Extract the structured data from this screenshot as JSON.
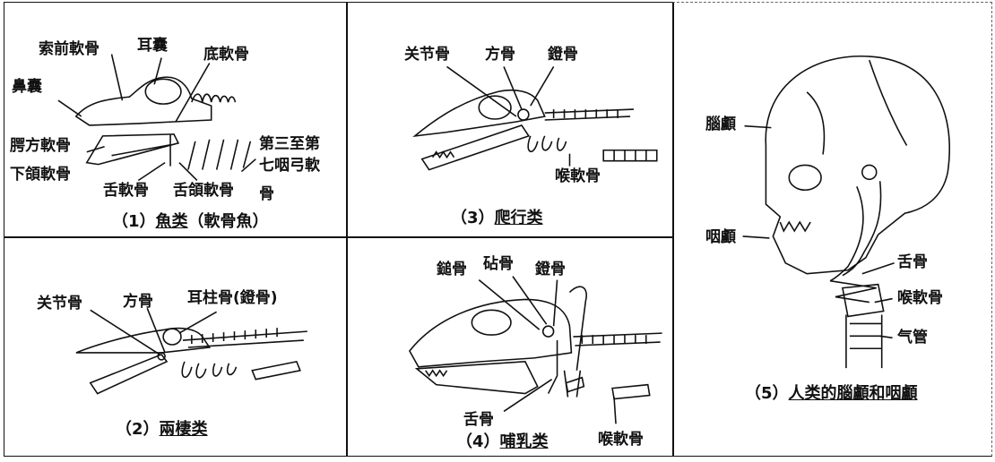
{
  "panel1": {
    "labels": {
      "l1": "索前軟骨",
      "l2": "耳囊",
      "l3": "底軟骨",
      "l4": "鼻囊",
      "l5": "腭方軟骨",
      "l6": "下頜軟骨",
      "l7": "第三至第",
      "l8": "七咽弓軟",
      "l9": "骨",
      "l10": "舌軟骨",
      "l11": "舌頜軟骨"
    },
    "caption": {
      "num": "（1）",
      "title": "魚类",
      "sub": "（軟骨魚）"
    }
  },
  "panel2": {
    "labels": {
      "l1": "关节骨",
      "l2": "方骨",
      "l3": "耳柱骨(鐙骨)"
    },
    "caption": {
      "num": "（2）",
      "title": "兩棲类"
    }
  },
  "panel3": {
    "labels": {
      "l1": "关节骨",
      "l2": "方骨",
      "l3": "鐙骨",
      "l4": "喉軟骨"
    },
    "caption": {
      "num": "（3）",
      "title": "爬行类"
    }
  },
  "panel4": {
    "labels": {
      "l1": "鎚骨",
      "l2": "砧骨",
      "l3": "鐙骨",
      "l4": "舌骨",
      "l5": "喉軟骨"
    },
    "caption": {
      "num": "（4）",
      "title": "哺乳类"
    }
  },
  "panel5": {
    "labels": {
      "l1": "腦顱",
      "l2": "咽顱",
      "l3": "舌骨",
      "l4": "喉軟骨",
      "l5": "气管"
    },
    "caption": {
      "num": "（5）",
      "title": "人类的腦顱和咽顱"
    }
  }
}
